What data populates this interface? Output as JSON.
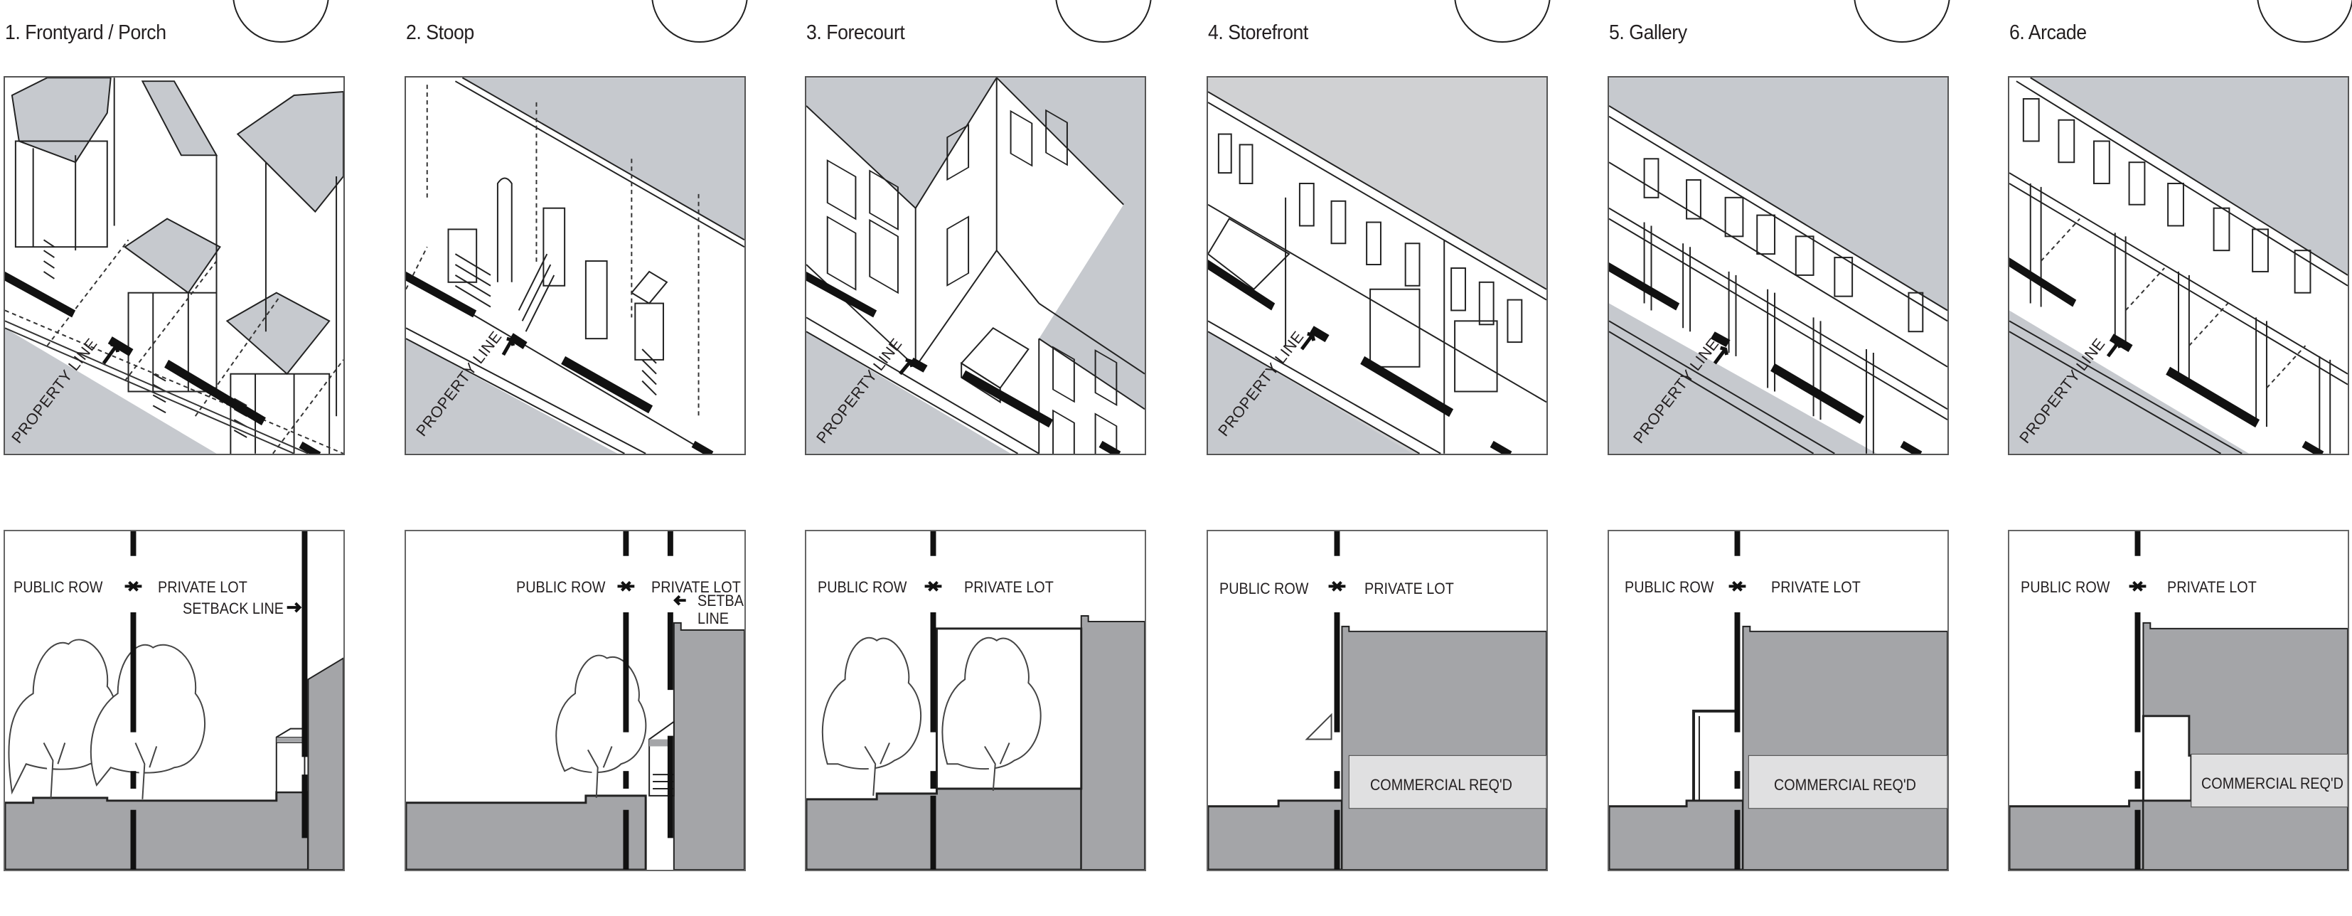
{
  "figure": {
    "colors": {
      "sky": "#c6c9ce",
      "ground": "#a4a5a8",
      "commercial_band": "#e0e0e1",
      "ink": "#231f20"
    },
    "frontage_types": [
      {
        "number": 1,
        "title": "1. Frontyard / Porch",
        "perspective_label": "PROPERTY LINE",
        "section": {
          "left_label": "PUBLIC ROW",
          "right_label": "PRIVATE LOT",
          "setback_label": "SETBACK LINE",
          "commercial_label": null
        }
      },
      {
        "number": 2,
        "title": "2. Stoop",
        "perspective_label": "PROPERTY LINE",
        "section": {
          "left_label": "PUBLIC ROW",
          "right_label": "PRIVATE LOT",
          "setback_label": "SETBACK LINE",
          "commercial_label": null
        }
      },
      {
        "number": 3,
        "title": "3. Forecourt",
        "perspective_label": "PROPERTY LINE",
        "section": {
          "left_label": "PUBLIC ROW",
          "right_label": "PRIVATE LOT",
          "setback_label": null,
          "commercial_label": null
        }
      },
      {
        "number": 4,
        "title": "4. Storefront",
        "perspective_label": "PROPERTY LINE",
        "section": {
          "left_label": "PUBLIC ROW",
          "right_label": "PRIVATE LOT",
          "setback_label": null,
          "commercial_label": "COMMERCIAL REQ'D"
        }
      },
      {
        "number": 5,
        "title": "5. Gallery",
        "perspective_label": "PROPERTY LINE",
        "section": {
          "left_label": "PUBLIC ROW",
          "right_label": "PRIVATE LOT",
          "setback_label": null,
          "commercial_label": "COMMERCIAL REQ'D"
        }
      },
      {
        "number": 6,
        "title": "6. Arcade",
        "perspective_label": "PROPERTY LINE",
        "section": {
          "left_label": "PUBLIC ROW",
          "right_label": "PRIVATE LOT",
          "setback_label": null,
          "commercial_label": "COMMERCIAL REQ'D"
        }
      }
    ],
    "setback_line_two_line": [
      "SETBACK",
      "LINE"
    ]
  }
}
